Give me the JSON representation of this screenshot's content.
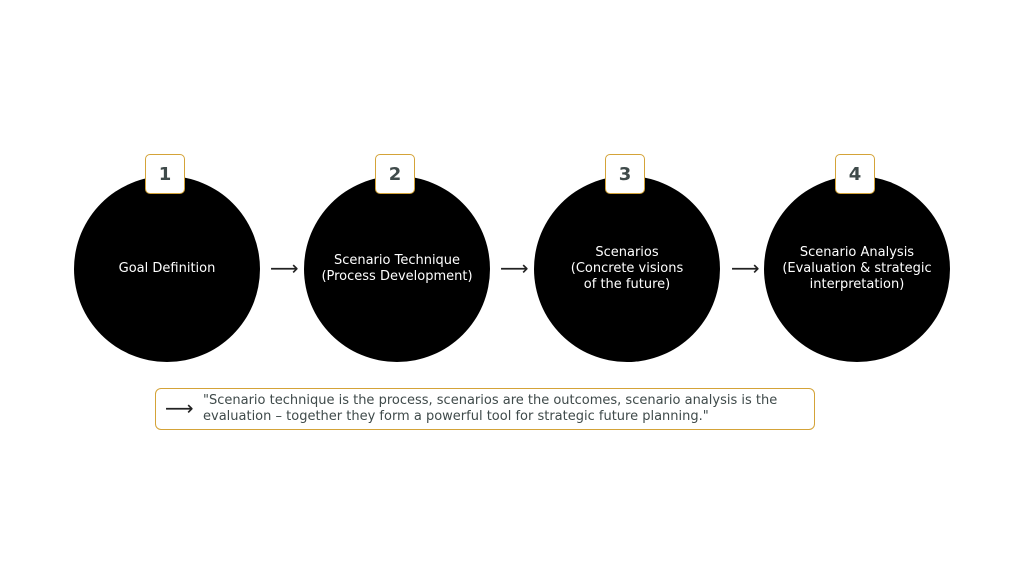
{
  "steps": [
    {
      "number": "1",
      "text": "Goal Definition"
    },
    {
      "number": "2",
      "text": "Scenario Technique\n(Process Development)"
    },
    {
      "number": "3",
      "text": "Scenarios\n(Concrete visions\nof the future)"
    },
    {
      "number": "4",
      "text": "Scenario Analysis\n(Evaluation & strategic\ninterpretation)"
    }
  ],
  "arrow_glyph": "⟶",
  "quote": {
    "arrow_glyph": "⟶",
    "text": "\"Scenario technique is the process, scenarios are the outcomes, scenario analysis is the evaluation – together they form a powerful tool for strategic future planning.\""
  },
  "colors": {
    "circle": "#000000",
    "accent_border": "#d4a338",
    "badge_text": "#3f4a4a",
    "quote_text": "#3f4a4a"
  }
}
